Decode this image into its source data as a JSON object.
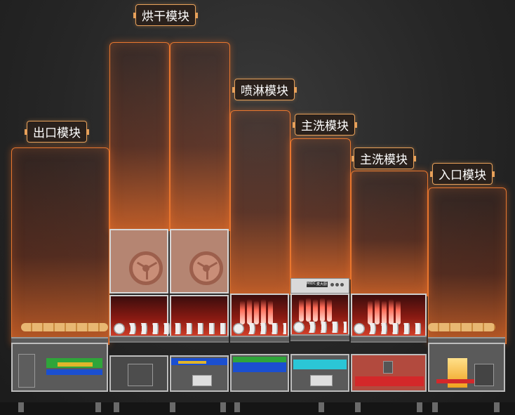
{
  "modules": [
    {
      "id": "outlet",
      "label": "出口模块"
    },
    {
      "id": "dry",
      "label": "烘干模块"
    },
    {
      "id": "spray",
      "label": "喷淋模块"
    },
    {
      "id": "main-wash-1",
      "label": "主洗模块"
    },
    {
      "id": "main-wash-2",
      "label": "主洗模块"
    },
    {
      "id": "inlet",
      "label": "入口模块"
    }
  ],
  "colors": {
    "glow": "#e8772f",
    "label_border": "#e8a15a",
    "label_bg": "#2a211c",
    "label_text": "#ffffff"
  },
  "control_panel": {
    "brand": "MIDC",
    "brand_cn": "麦大厨"
  }
}
